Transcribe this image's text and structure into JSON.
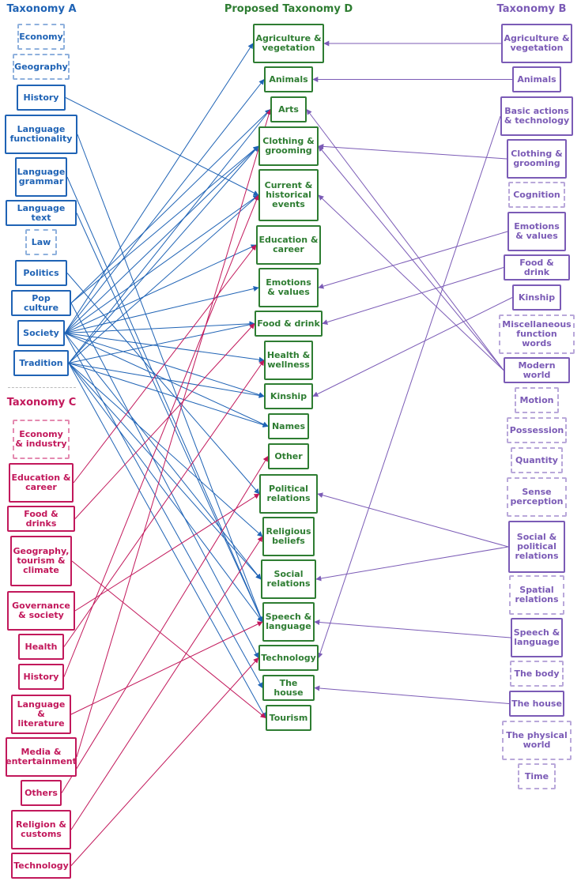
{
  "headers": {
    "A": "Taxonomy A",
    "D": "Proposed Taxonomy D",
    "B": "Taxonomy B",
    "C": "Taxonomy C"
  },
  "colors": {
    "A": "#1f63b5",
    "B": "#7b5bb6",
    "C": "#c2185b",
    "D": "#2e7d32"
  },
  "nodes": {
    "A": [
      {
        "id": "a_economy",
        "label": "Economy",
        "dashed": true
      },
      {
        "id": "a_geography",
        "label": "Geography",
        "dashed": true
      },
      {
        "id": "a_history",
        "label": "History",
        "dashed": false
      },
      {
        "id": "a_langfunc",
        "label": "Language functionality",
        "dashed": false
      },
      {
        "id": "a_langgram",
        "label": "Language grammar",
        "dashed": false
      },
      {
        "id": "a_langtext",
        "label": "Language text",
        "dashed": false
      },
      {
        "id": "a_law",
        "label": "Law",
        "dashed": true
      },
      {
        "id": "a_politics",
        "label": "Politics",
        "dashed": false
      },
      {
        "id": "a_popculture",
        "label": "Pop culture",
        "dashed": false
      },
      {
        "id": "a_society",
        "label": "Society",
        "dashed": false
      },
      {
        "id": "a_tradition",
        "label": "Tradition",
        "dashed": false
      }
    ],
    "C": [
      {
        "id": "c_economy",
        "label": "Economy & industry",
        "dashed": true
      },
      {
        "id": "c_education",
        "label": "Education & career",
        "dashed": false
      },
      {
        "id": "c_food",
        "label": "Food & drinks",
        "dashed": false
      },
      {
        "id": "c_geography",
        "label": "Geography, tourism & climate",
        "dashed": false
      },
      {
        "id": "c_governance",
        "label": "Governance & society",
        "dashed": false
      },
      {
        "id": "c_health",
        "label": "Health",
        "dashed": false
      },
      {
        "id": "c_history",
        "label": "History",
        "dashed": false
      },
      {
        "id": "c_language",
        "label": "Language & literature",
        "dashed": false
      },
      {
        "id": "c_media",
        "label": "Media & entertainment",
        "dashed": false
      },
      {
        "id": "c_others",
        "label": "Others",
        "dashed": false
      },
      {
        "id": "c_religion",
        "label": "Religion & customs",
        "dashed": false
      },
      {
        "id": "c_technology",
        "label": "Technology",
        "dashed": false
      }
    ],
    "D": [
      {
        "id": "d_agri",
        "label": "Agriculture & vegetation"
      },
      {
        "id": "d_animals",
        "label": "Animals"
      },
      {
        "id": "d_arts",
        "label": "Arts"
      },
      {
        "id": "d_clothing",
        "label": "Clothing & grooming"
      },
      {
        "id": "d_current",
        "label": "Current & historical events"
      },
      {
        "id": "d_education",
        "label": "Education & career"
      },
      {
        "id": "d_emotions",
        "label": "Emotions & values"
      },
      {
        "id": "d_food",
        "label": "Food & drink"
      },
      {
        "id": "d_health",
        "label": "Health & wellness"
      },
      {
        "id": "d_kinship",
        "label": "Kinship"
      },
      {
        "id": "d_names",
        "label": "Names"
      },
      {
        "id": "d_other",
        "label": "Other"
      },
      {
        "id": "d_political",
        "label": "Political relations"
      },
      {
        "id": "d_religious",
        "label": "Religious beliefs"
      },
      {
        "id": "d_social",
        "label": "Social relations"
      },
      {
        "id": "d_speech",
        "label": "Speech & language"
      },
      {
        "id": "d_technology",
        "label": "Technology"
      },
      {
        "id": "d_house",
        "label": "The house"
      },
      {
        "id": "d_tourism",
        "label": "Tourism"
      }
    ],
    "B": [
      {
        "id": "b_agri",
        "label": "Agriculture & vegetation",
        "dashed": false
      },
      {
        "id": "b_animals",
        "label": "Animals",
        "dashed": false
      },
      {
        "id": "b_basic",
        "label": "Basic actions & technology",
        "dashed": false
      },
      {
        "id": "b_clothing",
        "label": "Clothing & grooming",
        "dashed": false
      },
      {
        "id": "b_cognition",
        "label": "Cognition",
        "dashed": true
      },
      {
        "id": "b_emotions",
        "label": "Emotions & values",
        "dashed": false
      },
      {
        "id": "b_food",
        "label": "Food & drink",
        "dashed": false
      },
      {
        "id": "b_kinship",
        "label": "Kinship",
        "dashed": false
      },
      {
        "id": "b_misc",
        "label": "Miscellaneous function words",
        "dashed": true
      },
      {
        "id": "b_modern",
        "label": "Modern world",
        "dashed": false
      },
      {
        "id": "b_motion",
        "label": "Motion",
        "dashed": true
      },
      {
        "id": "b_possession",
        "label": "Possession",
        "dashed": true
      },
      {
        "id": "b_quantity",
        "label": "Quantity",
        "dashed": true
      },
      {
        "id": "b_sense",
        "label": "Sense perception",
        "dashed": true
      },
      {
        "id": "b_social",
        "label": "Social & political relations",
        "dashed": false
      },
      {
        "id": "b_spatial",
        "label": "Spatial relations",
        "dashed": true
      },
      {
        "id": "b_speech",
        "label": "Speech & language",
        "dashed": false
      },
      {
        "id": "b_body",
        "label": "The body",
        "dashed": true
      },
      {
        "id": "b_house",
        "label": "The house",
        "dashed": false
      },
      {
        "id": "b_physical",
        "label": "The physical world",
        "dashed": true
      },
      {
        "id": "b_time",
        "label": "Time",
        "dashed": true
      }
    ]
  },
  "edges": [
    [
      "a_history",
      "d_current"
    ],
    [
      "a_langfunc",
      "d_speech"
    ],
    [
      "a_langgram",
      "d_speech"
    ],
    [
      "a_langtext",
      "d_speech"
    ],
    [
      "a_politics",
      "d_political"
    ],
    [
      "a_popculture",
      "d_arts"
    ],
    [
      "a_popculture",
      "d_clothing"
    ],
    [
      "a_popculture",
      "d_technology"
    ],
    [
      "a_society",
      "d_agri"
    ],
    [
      "a_society",
      "d_animals"
    ],
    [
      "a_society",
      "d_clothing"
    ],
    [
      "a_society",
      "d_current"
    ],
    [
      "a_society",
      "d_education"
    ],
    [
      "a_society",
      "d_emotions"
    ],
    [
      "a_society",
      "d_food"
    ],
    [
      "a_society",
      "d_health"
    ],
    [
      "a_society",
      "d_kinship"
    ],
    [
      "a_society",
      "d_names"
    ],
    [
      "a_society",
      "d_social"
    ],
    [
      "a_society",
      "d_house"
    ],
    [
      "a_tradition",
      "d_arts"
    ],
    [
      "a_tradition",
      "d_clothing"
    ],
    [
      "a_tradition",
      "d_current"
    ],
    [
      "a_tradition",
      "d_food"
    ],
    [
      "a_tradition",
      "d_kinship"
    ],
    [
      "a_tradition",
      "d_names"
    ],
    [
      "a_tradition",
      "d_religious"
    ],
    [
      "a_tradition",
      "d_social"
    ],
    [
      "a_tradition",
      "d_speech"
    ],
    [
      "a_tradition",
      "d_tourism"
    ],
    [
      "c_education",
      "d_education"
    ],
    [
      "c_food",
      "d_food"
    ],
    [
      "c_geography",
      "d_tourism"
    ],
    [
      "c_governance",
      "d_political"
    ],
    [
      "c_health",
      "d_health"
    ],
    [
      "c_history",
      "d_current"
    ],
    [
      "c_language",
      "d_speech"
    ],
    [
      "c_media",
      "d_arts"
    ],
    [
      "c_others",
      "d_other"
    ],
    [
      "c_religion",
      "d_religious"
    ],
    [
      "c_technology",
      "d_technology"
    ],
    [
      "b_agri",
      "d_agri"
    ],
    [
      "b_animals",
      "d_animals"
    ],
    [
      "b_basic",
      "d_technology"
    ],
    [
      "b_clothing",
      "d_clothing"
    ],
    [
      "b_emotions",
      "d_emotions"
    ],
    [
      "b_food",
      "d_food"
    ],
    [
      "b_kinship",
      "d_kinship"
    ],
    [
      "b_modern",
      "d_arts"
    ],
    [
      "b_modern",
      "d_clothing"
    ],
    [
      "b_modern",
      "d_current"
    ],
    [
      "b_social",
      "d_political"
    ],
    [
      "b_social",
      "d_social"
    ],
    [
      "b_speech",
      "d_speech"
    ],
    [
      "b_house",
      "d_house"
    ]
  ]
}
